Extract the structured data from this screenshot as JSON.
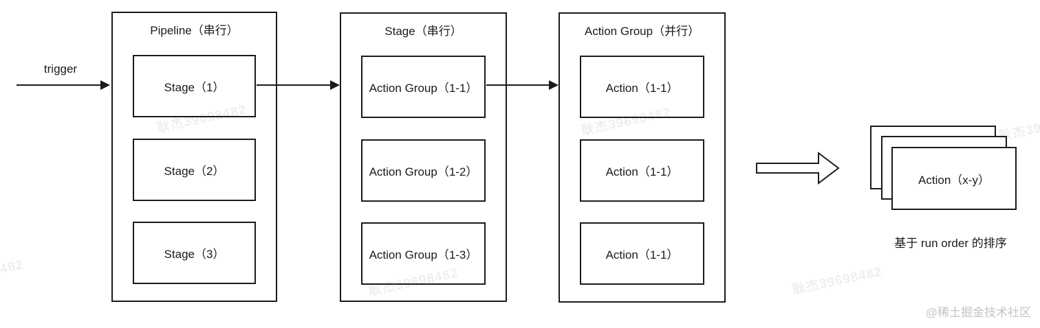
{
  "diagram": {
    "trigger_label": "trigger",
    "groups": [
      {
        "title": "Pipeline（串行）",
        "items": [
          {
            "label": "Stage（1）"
          },
          {
            "label": "Stage（2）"
          },
          {
            "label": "Stage（3）"
          }
        ]
      },
      {
        "title": "Stage（串行）",
        "items": [
          {
            "label": "Action Group（1-1）"
          },
          {
            "label": "Action Group（1-2）"
          },
          {
            "label": "Action Group（1-3）"
          }
        ]
      },
      {
        "title": "Action Group（并行）",
        "items": [
          {
            "label": "Action（1-1）"
          },
          {
            "label": "Action（1-1）"
          },
          {
            "label": "Action（1-1）"
          }
        ]
      }
    ],
    "result": {
      "card_label": "Action（x-y）",
      "caption": "基于 run order 的排序"
    },
    "colors": {
      "stroke": "#1a1a1a",
      "background": "#ffffff",
      "watermark_gray": "#ededed",
      "credit_gray": "#c4c4c4"
    }
  },
  "watermark": {
    "text": "耿杰39698482"
  },
  "credit": {
    "text": "@稀土掘金技术社区"
  }
}
